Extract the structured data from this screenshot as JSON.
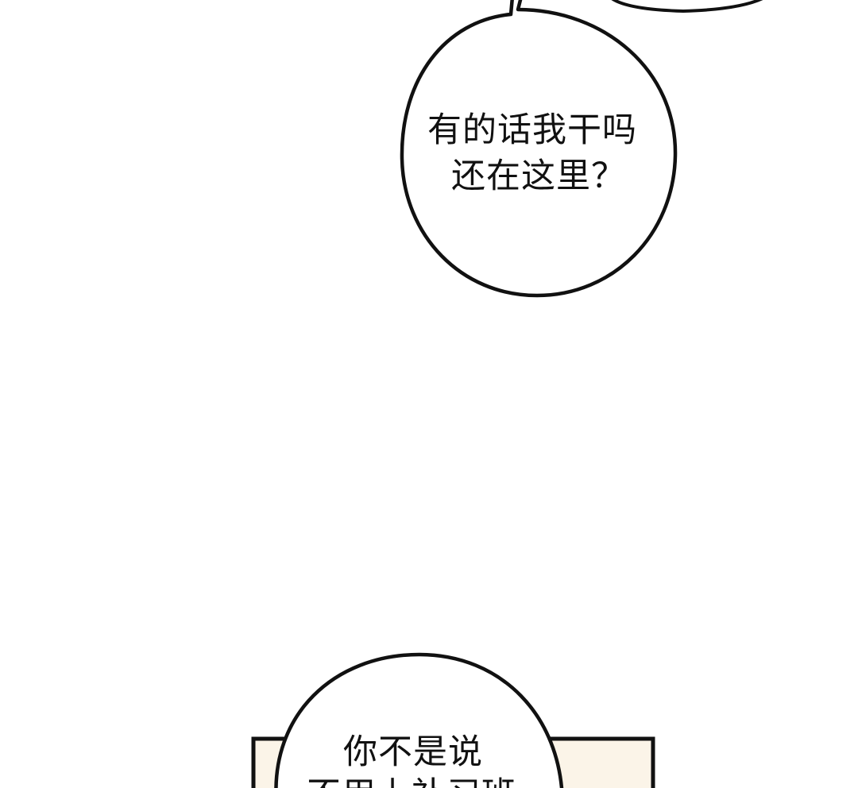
{
  "colors": {
    "background": "#ffffff",
    "ink": "#111111",
    "panel_fill": "#fbf4e8"
  },
  "bubble_upper": {
    "lines": [
      "有的话我干吗",
      "还在这里？"
    ]
  },
  "bubble_lower": {
    "lines": [
      "你不是说",
      "不用上补习班"
    ]
  }
}
